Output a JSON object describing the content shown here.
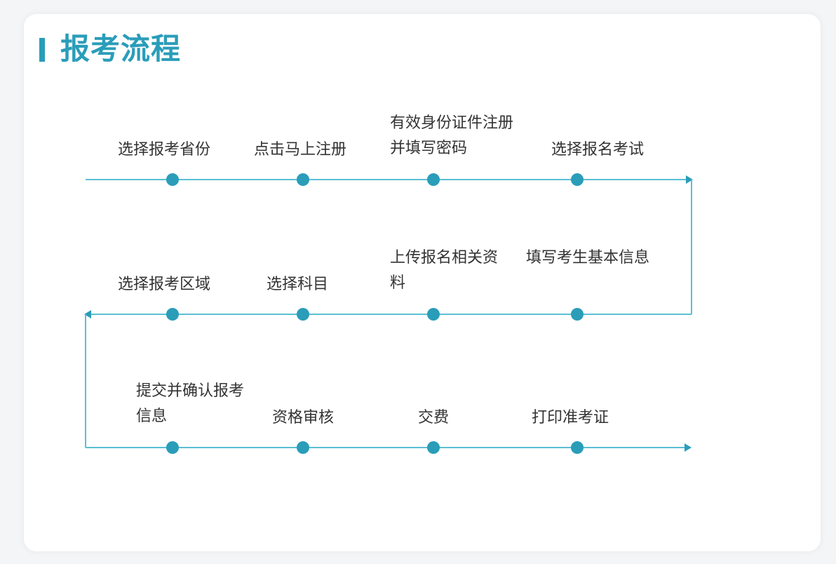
{
  "title": "报考流程",
  "colors": {
    "accent": "#2a9db9",
    "line": "#5bbfd4",
    "dot": "#2a9db9",
    "text": "#333333"
  },
  "rows": [
    {
      "direction": "right",
      "steps": [
        {
          "label": "选择报考省份"
        },
        {
          "label": "点击马上注册"
        },
        {
          "label": "有效身份证件注册并填写密码"
        },
        {
          "label": "选择报名考试"
        }
      ]
    },
    {
      "direction": "left",
      "steps": [
        {
          "label": "选择报考区域"
        },
        {
          "label": "选择科目"
        },
        {
          "label": "上传报名相关资料"
        },
        {
          "label": "填写考生基本信息"
        }
      ]
    },
    {
      "direction": "right",
      "steps": [
        {
          "label": "提交并确认报考信息"
        },
        {
          "label": "资格审核"
        },
        {
          "label": "交费"
        },
        {
          "label": "打印准考证"
        }
      ]
    }
  ]
}
